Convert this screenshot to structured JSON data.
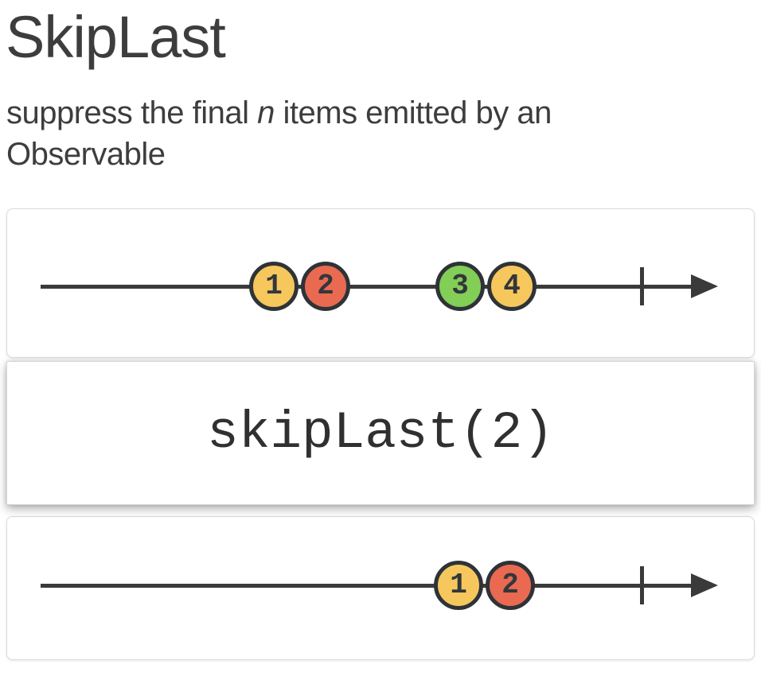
{
  "header": {
    "title": "SkipLast",
    "subtitle": {
      "prefix": "suppress the final ",
      "emphasis": "n",
      "suffix": " items emitted by an Observable"
    }
  },
  "operator": {
    "label": "skipLast(2)"
  },
  "diagram": {
    "source": {
      "marbles": [
        {
          "label": "1",
          "color": "#f6c75c"
        },
        {
          "label": "2",
          "color": "#e96a51"
        },
        {
          "label": "3",
          "color": "#82ce57"
        },
        {
          "label": "4",
          "color": "#f6c75c"
        }
      ],
      "completed": true
    },
    "result": {
      "marbles": [
        {
          "label": "1",
          "color": "#f6c75c"
        },
        {
          "label": "2",
          "color": "#e96a51"
        }
      ],
      "completed": true
    }
  },
  "colors": {
    "marble_border": "#2f3337",
    "timeline": "#3a3a3a",
    "panel_border": "#dcdcdc",
    "text": "#3d3d3d"
  }
}
